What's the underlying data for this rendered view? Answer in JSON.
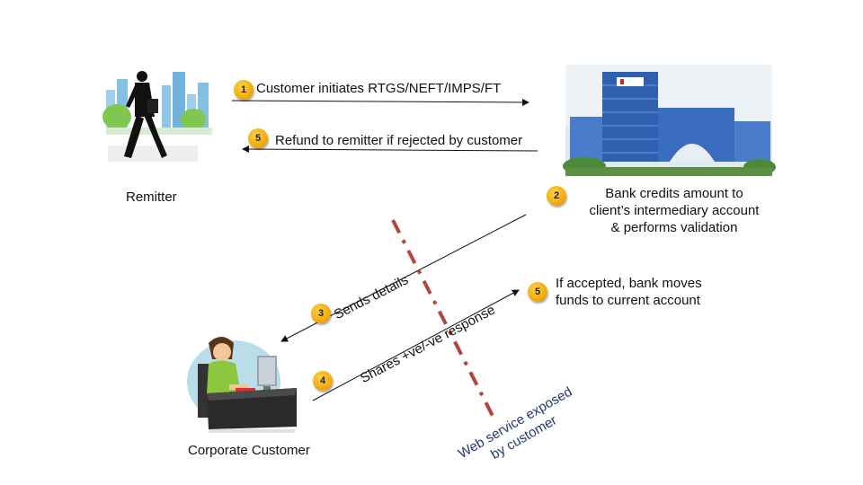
{
  "actors": {
    "remitter_label": "Remitter",
    "corporate_label": "Corporate Customer"
  },
  "steps": [
    {
      "number": "1",
      "text": "Customer initiates RTGS/NEFT/IMPS/FT"
    },
    {
      "number": "5",
      "text": "Refund to remitter if rejected by customer"
    },
    {
      "number": "2",
      "lines": [
        "Bank credits amount to",
        "client’s intermediary account",
        "& performs validation"
      ]
    },
    {
      "number": "3",
      "text": "Sends details"
    },
    {
      "number": "4",
      "text": "Shares +ve/-ve response"
    },
    {
      "number": "5",
      "lines": [
        "If accepted, bank moves",
        "funds to current account"
      ]
    }
  ],
  "web_service": {
    "lines": [
      "Web service exposed",
      "by customer"
    ]
  },
  "colors": {
    "badge": "#f0a500",
    "dashed_line": "#b8433a",
    "web_service_text": "#1f3a6e"
  },
  "icons": [
    "remitter-businessman-icon",
    "bank-building-icon",
    "corporate-customer-computer-icon"
  ]
}
